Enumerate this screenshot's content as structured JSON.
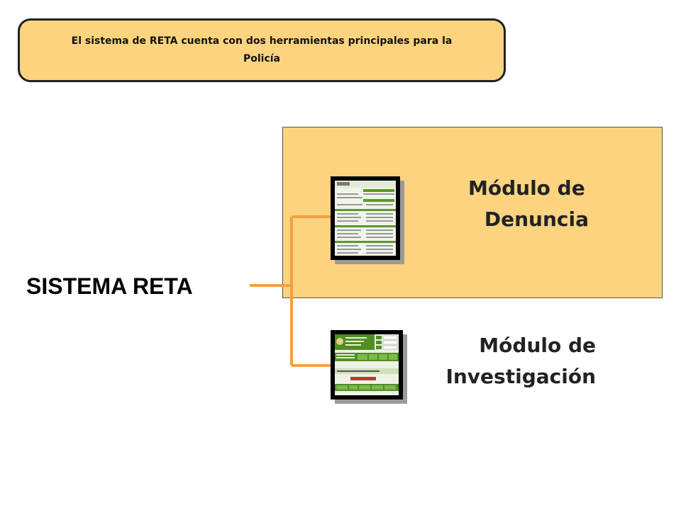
{
  "callout": {
    "text": "El sistema de RETA cuenta con dos herramientas principales para la Policía"
  },
  "system": {
    "label": "SISTEMA RETA"
  },
  "modules": [
    {
      "line1": "Módulo de",
      "line2": "Denuncia",
      "thumbnail_icon": "form-screenshot-icon"
    },
    {
      "line1": "Módulo de",
      "line2": "Investigación",
      "thumbnail_icon": "investigation-screenshot-icon"
    }
  ],
  "colors": {
    "accent_fill": "#fcd37f",
    "connector": "#f4a040",
    "thumb_green": "#5a9a2a"
  }
}
